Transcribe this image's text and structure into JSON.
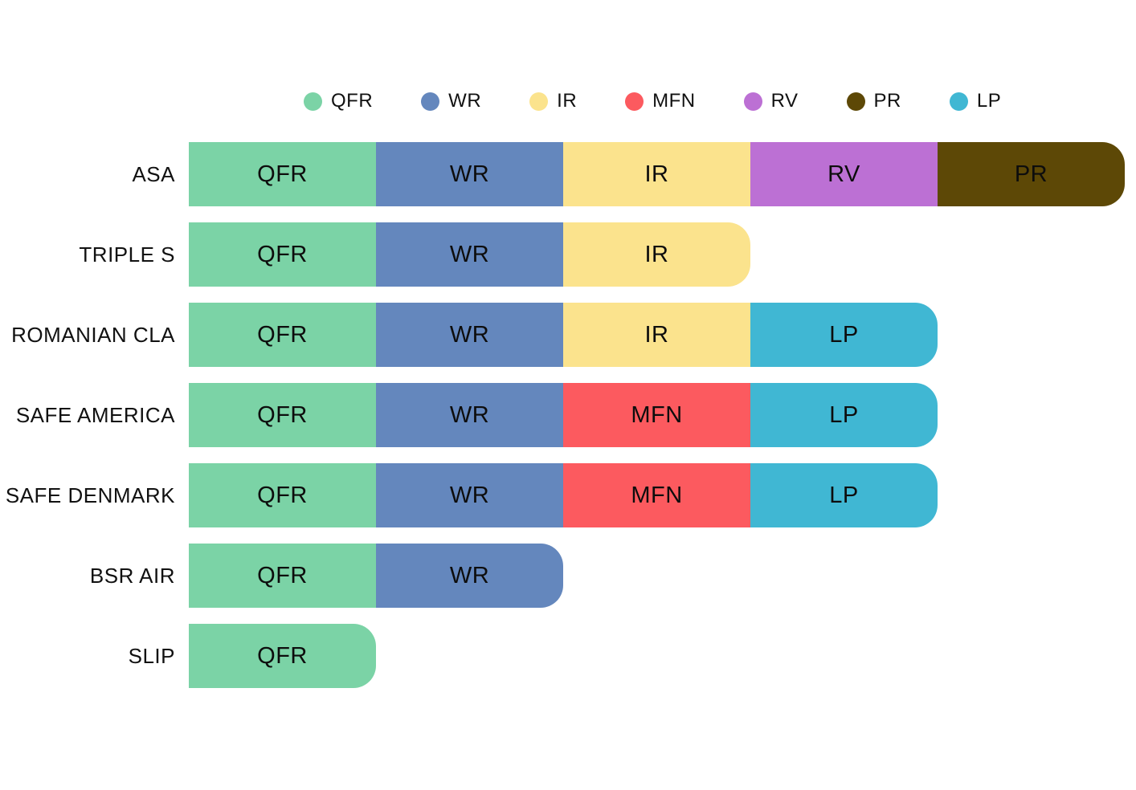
{
  "chart_data": {
    "type": "bar",
    "orientation": "horizontal",
    "stacked": true,
    "title": "",
    "xlabel": "",
    "ylabel": "",
    "grid": false,
    "legend_position": "top",
    "background": "#ffffff",
    "legend": [
      "QFR",
      "WR",
      "IR",
      "MFN",
      "RV",
      "PR",
      "LP"
    ],
    "colors": {
      "QFR": "#7BD3A6",
      "WR": "#6487BD",
      "IR": "#FBE38D",
      "MFN": "#FC5A5F",
      "RV": "#BC70D4",
      "PR": "#5D4806",
      "LP": "#40B7D3"
    },
    "categories": [
      "ASA",
      "TRIPLE S",
      "ROMANIAN CLA",
      "SAFE AMERICA",
      "SAFE DENMARK",
      "BSR AIR",
      "SLIP"
    ],
    "segments": [
      [
        "QFR",
        "WR",
        "IR",
        "RV",
        "PR"
      ],
      [
        "QFR",
        "WR",
        "IR"
      ],
      [
        "QFR",
        "WR",
        "IR",
        "LP"
      ],
      [
        "QFR",
        "WR",
        "MFN",
        "LP"
      ],
      [
        "QFR",
        "WR",
        "MFN",
        "LP"
      ],
      [
        "QFR",
        "WR"
      ],
      [
        "QFR"
      ]
    ],
    "segment_unit_width": 1,
    "counts": [
      5,
      3,
      4,
      4,
      4,
      2,
      1
    ],
    "xlim": [
      0,
      5
    ]
  }
}
